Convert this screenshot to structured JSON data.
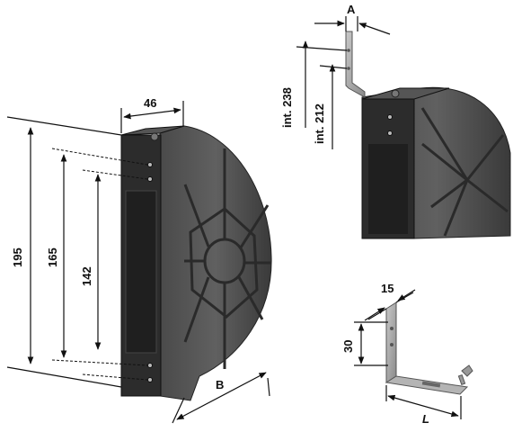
{
  "figure": {
    "views": [
      {
        "name": "main-view",
        "dimensions": {
          "width": "46",
          "height_total": "195",
          "hole_outer": "165",
          "hole_inner": "142",
          "depth": "B"
        }
      },
      {
        "name": "detail-view",
        "dimensions": {
          "bracket_offset": "A",
          "int_outer": "int. 238",
          "int_inner": "int. 212"
        }
      },
      {
        "name": "bracket-view",
        "dimensions": {
          "flange_width": "15",
          "flange_height": "30",
          "length": "L"
        }
      }
    ],
    "colors": {
      "body": "#3a3a3a",
      "body_light": "#5a5a5a",
      "body_dark": "#1e1e1e",
      "metal": "#a8a8a8",
      "metal_dark": "#7a7a7a"
    }
  }
}
